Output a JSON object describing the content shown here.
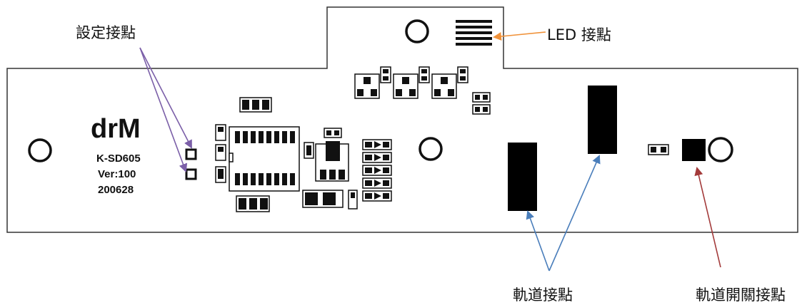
{
  "board": {
    "brand": "drM",
    "model": "K-SD605",
    "version": "Ver:100",
    "date": "200628"
  },
  "callouts": {
    "setting_contacts": "設定接點",
    "led_contacts": "LED 接點",
    "track_contacts": "軌道接點",
    "track_switch_contacts": "軌道開關接點"
  },
  "colors": {
    "setting_arrow": "#7b5fa8",
    "led_arrow": "#f0923a",
    "track_arrow": "#4a7ebb",
    "switch_arrow": "#a33a3a",
    "component": "#111111",
    "outline": "#333333"
  }
}
